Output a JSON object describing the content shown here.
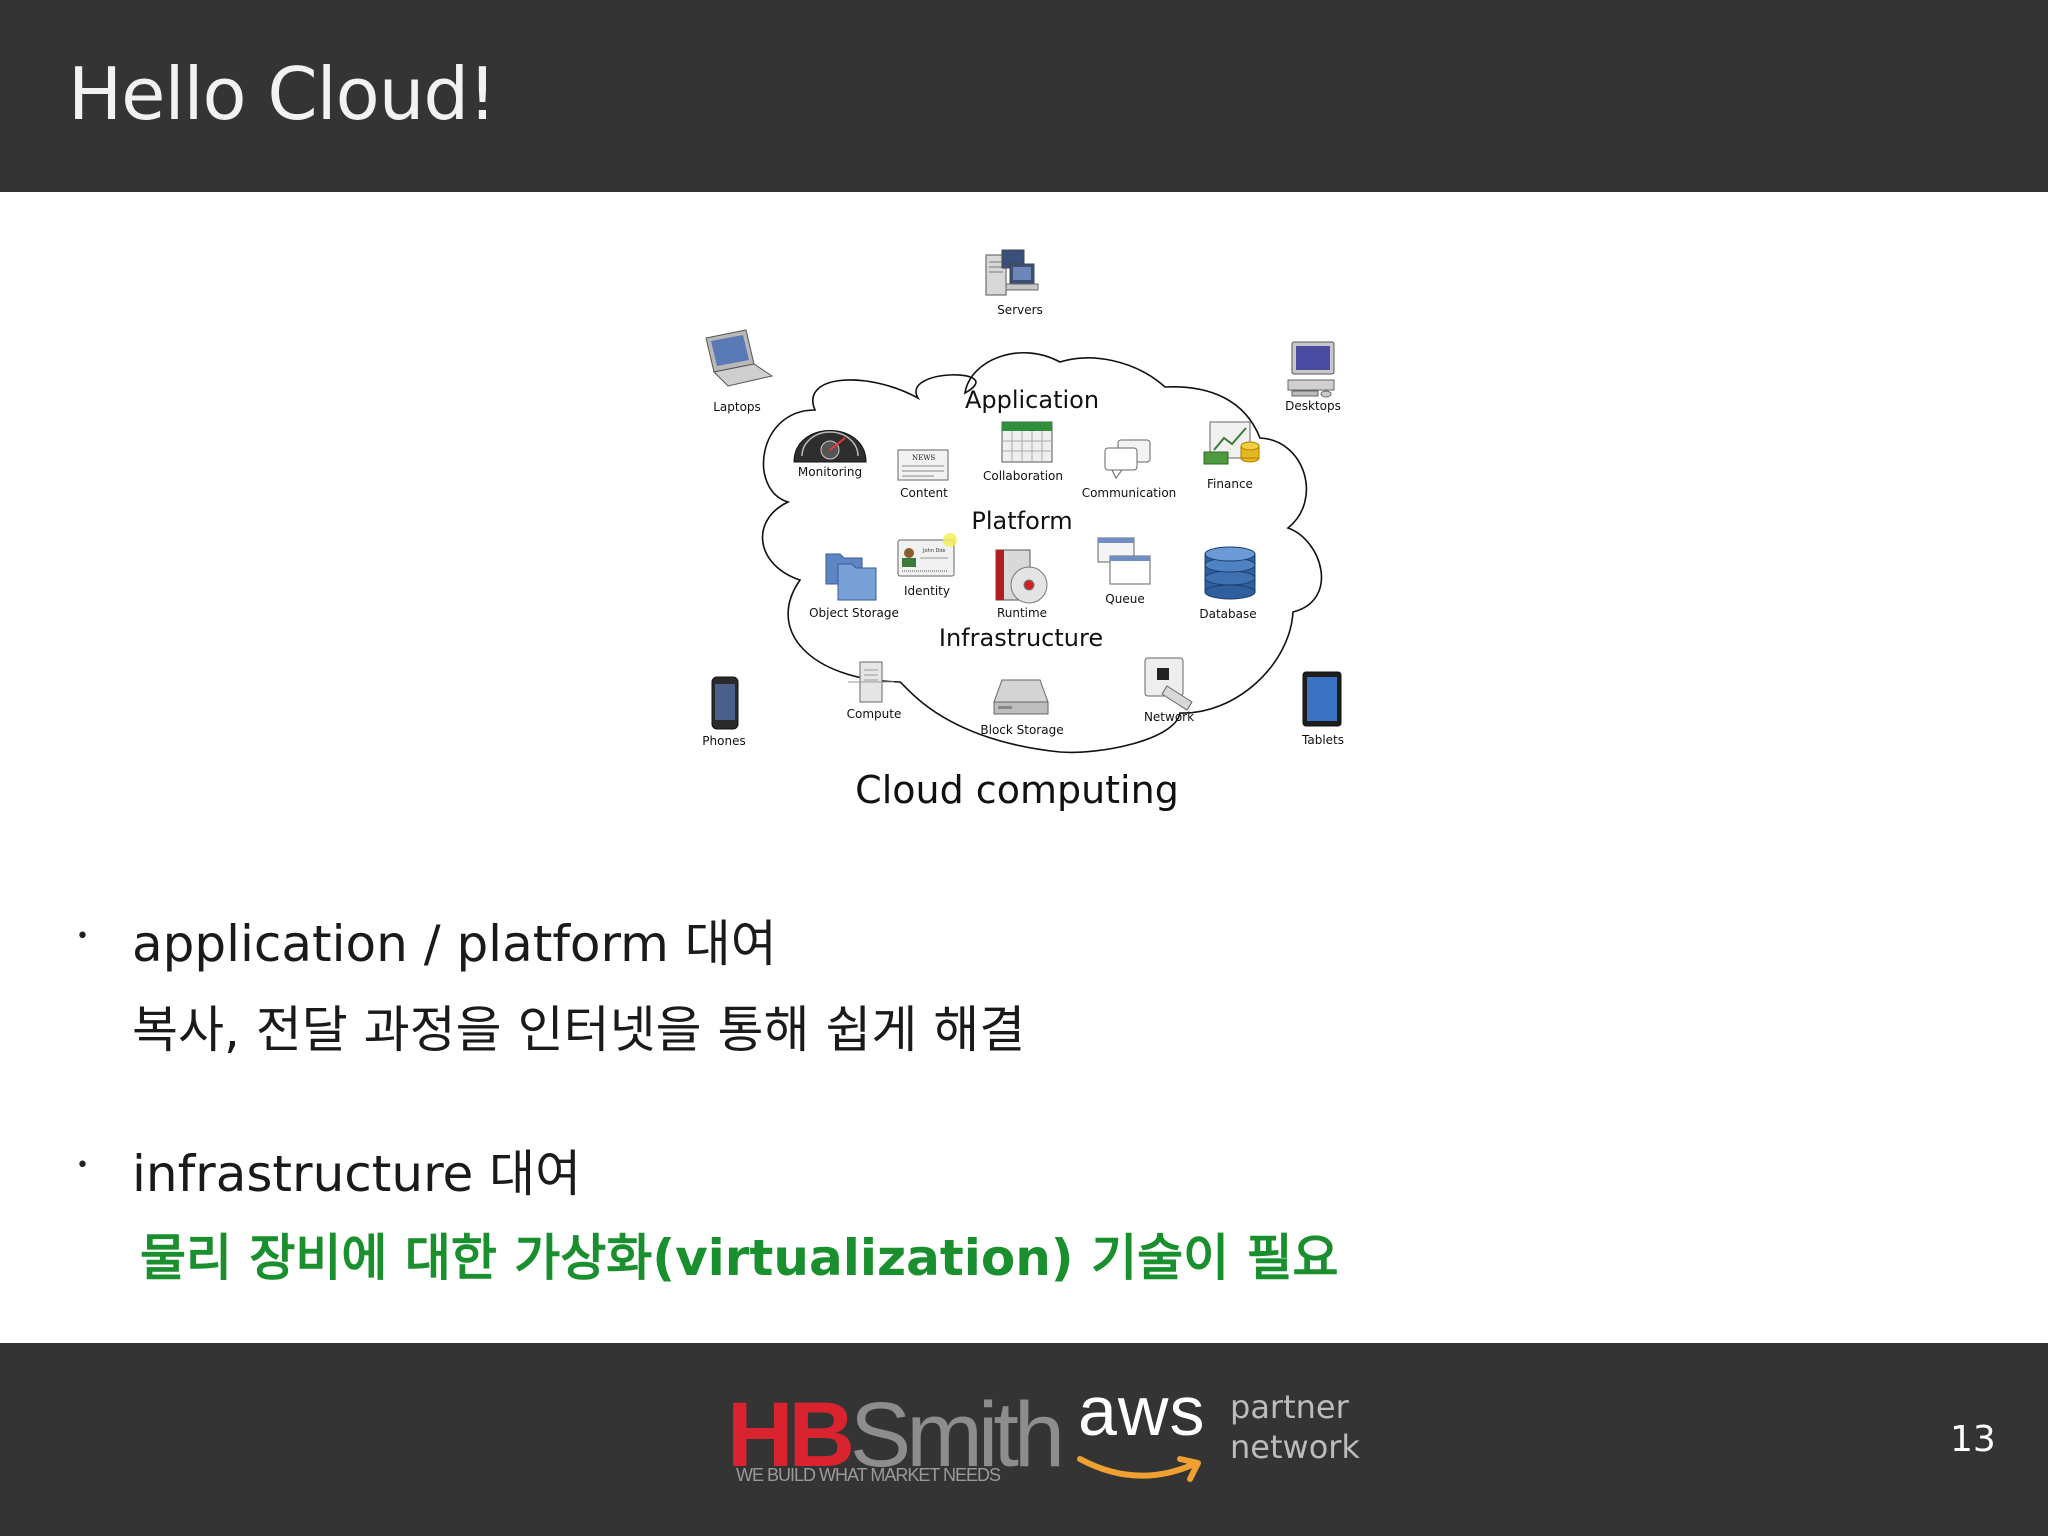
{
  "slide": {
    "title": "Hello Cloud!",
    "page_number": "13"
  },
  "diagram": {
    "caption": "Cloud computing",
    "layers": {
      "application": "Application",
      "platform": "Platform",
      "infrastructure": "Infrastructure"
    },
    "devices": {
      "servers": "Servers",
      "laptops": "Laptops",
      "desktops": "Desktops",
      "phones": "Phones",
      "tablets": "Tablets"
    },
    "services": {
      "monitoring": "Monitoring",
      "content": "Content",
      "collaboration": "Collaboration",
      "communication": "Communication",
      "finance": "Finance",
      "identity": "Identity",
      "object_storage": "Object Storage",
      "runtime": "Runtime",
      "queue": "Queue",
      "database": "Database",
      "compute": "Compute",
      "block_storage": "Block Storage",
      "network": "Network"
    },
    "newspaper_text": "NEWS",
    "id_card_text": "John Doe"
  },
  "bullets": [
    {
      "text": "application / platform 대여",
      "sub": "복사, 전달 과정을 인터넷을 통해 쉽게 해결"
    },
    {
      "text": "infrastructure 대여",
      "sub": "물리 장비에 대한 가상화(virtualization) 기술이 필요"
    }
  ],
  "footer": {
    "hb_red": "HB",
    "hb_grey": "Smith",
    "hb_tagline": "WE BUILD WHAT MARKET NEEDS",
    "aws": "aws",
    "partner_line1": "partner",
    "partner_line2": "network"
  },
  "colors": {
    "bar_bg": "#353435",
    "highlight_green": "#1a8f2e",
    "hb_red": "#d9232e",
    "aws_orange": "#f0a030"
  }
}
